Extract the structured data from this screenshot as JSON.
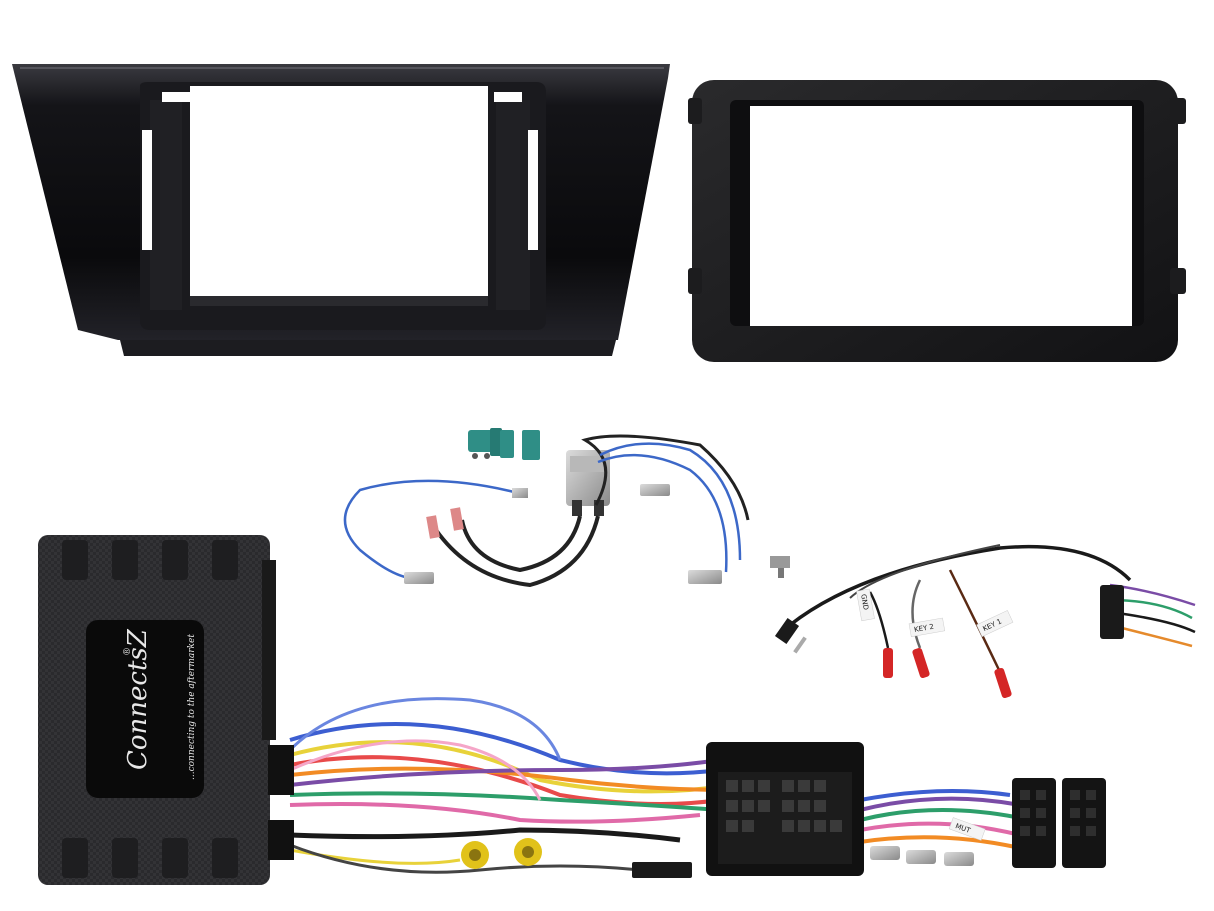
{
  "product_photo": {
    "brand_logo": {
      "wordmark": "ConnectsZ",
      "registered_mark": "®",
      "tagline": "...connecting to the aftermarket"
    },
    "wire_tags": {
      "gnd": "GND",
      "key2": "KEY 2",
      "key1": "KEY 1",
      "mute": "MUT"
    },
    "colors": {
      "fascia": "#0c0c0e",
      "antenna_connector": "#2f8e86",
      "rca_plug": "#e1c21a",
      "red_tip": "#d42626"
    },
    "components": [
      "fascia-panel-large",
      "fascia-panel-small",
      "antenna-adapter",
      "steering-control-box",
      "patch-lead",
      "wiring-harness"
    ]
  }
}
